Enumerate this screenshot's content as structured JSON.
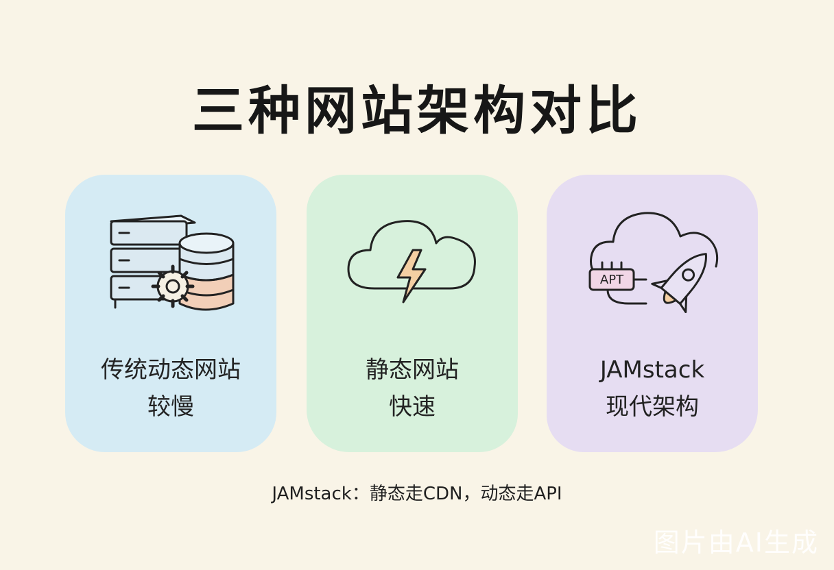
{
  "title": "三种网站架构对比",
  "cards": [
    {
      "line1": "传统动态网站",
      "line2": "较慢",
      "color": "#d5ebf4",
      "icon": "server-database-gear-icon"
    },
    {
      "line1": "静态网站",
      "line2": "快速",
      "color": "#d7f1dc",
      "icon": "cloud-lightning-icon"
    },
    {
      "line1": "JAMstack",
      "line2": "现代架构",
      "color": "#e6ddf2",
      "icon": "cloud-api-rocket-icon",
      "api_label": "APT"
    }
  ],
  "footer": "JAMstack：静态走CDN，动态走API",
  "watermark": "图片由AI生成"
}
